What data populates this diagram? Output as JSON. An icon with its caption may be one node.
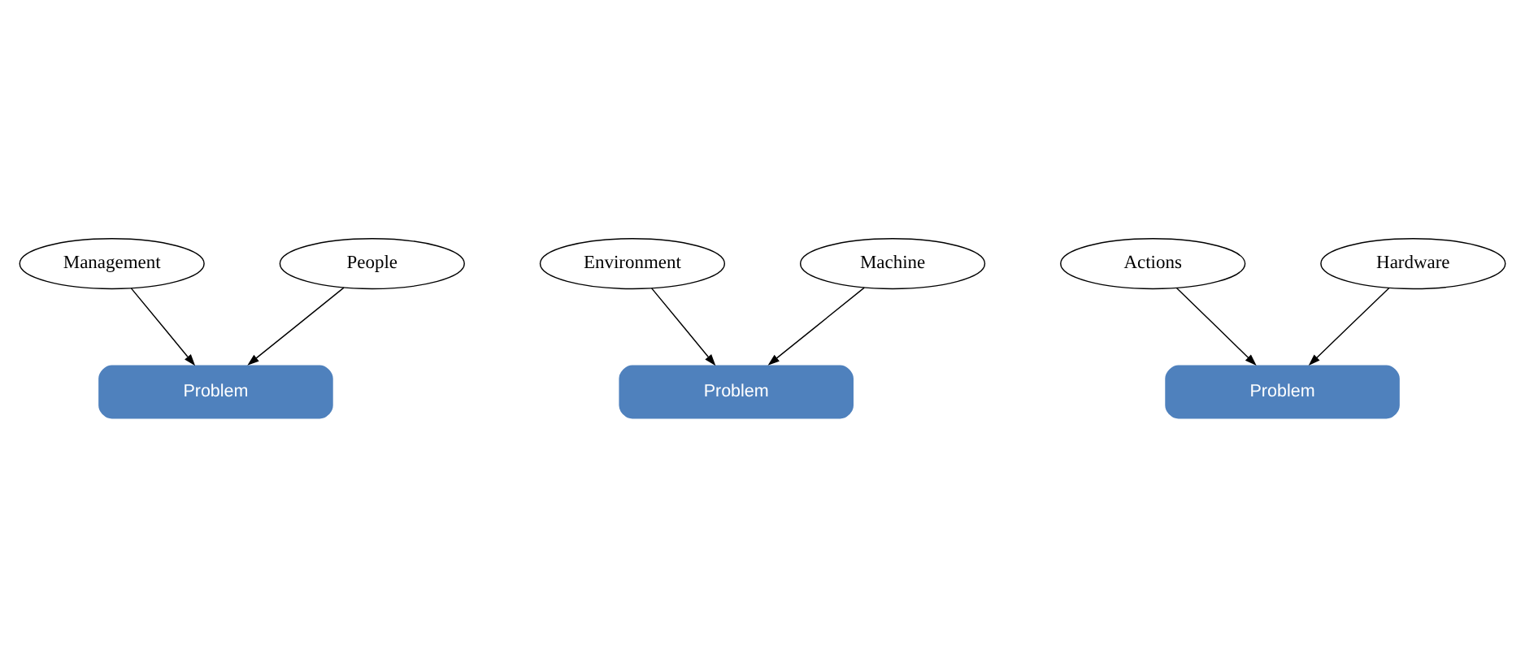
{
  "diagram": {
    "nodes": [
      {
        "text": [
          "Management"
        ]
      },
      {
        "text": [
          "Environment"
        ]
      },
      {
        "text": [
          "Actions"
        ]
      },
      {
        "text": [
          "Problem"
        ]
      },
      {
        "text": [
          "Problem"
        ]
      },
      {
        "text": [
          "Problem"
        ]
      },
      {
        "text": [
          "People"
        ]
      },
      {
        "text": [
          "Machine"
        ]
      },
      {
        "text": [
          "Hardware"
        ]
      }
    ],
    "edges": [
      {
        "from": 0,
        "to": 3,
        "arrow": "to"
      },
      {
        "from": 6,
        "to": 3,
        "arrow": "to"
      },
      {
        "from": 1,
        "to": 4,
        "arrow": "to"
      },
      {
        "from": 7,
        "to": 4,
        "arrow": "to"
      },
      {
        "from": 2,
        "to": 5,
        "arrow": "to"
      },
      {
        "from": 8,
        "to": 5,
        "arrow": "to"
      }
    ]
  }
}
